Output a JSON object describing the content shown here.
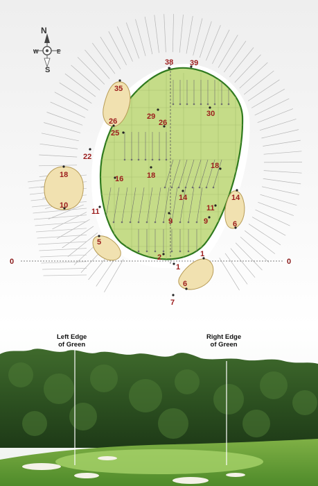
{
  "compass": {
    "north": "N",
    "south": "S",
    "east": "E",
    "west": "W"
  },
  "map": {
    "axis_left_label": "0",
    "axis_right_label": "0",
    "colors": {
      "green": "#c5dc88",
      "green_outline": "#2f7a1e",
      "bunker": "#f1e1b0",
      "bunker_outline": "#b79b55",
      "number": "#9b1b1b",
      "slope_arrows": "#6e6e6e",
      "hatch_lines": "#b5b5b5"
    },
    "bunkers": [
      {
        "id": "bunker-top-left",
        "labels": [
          "35",
          "26"
        ]
      },
      {
        "id": "bunker-left",
        "labels": [
          "18",
          "10"
        ]
      },
      {
        "id": "bunker-front-left",
        "labels": [
          "5"
        ]
      },
      {
        "id": "bunker-right",
        "labels": [
          "14",
          "6"
        ]
      },
      {
        "id": "bunker-front-right",
        "labels": [
          "1",
          "6"
        ]
      }
    ],
    "green_labels": [
      "38",
      "39",
      "29",
      "26",
      "30",
      "25",
      "22",
      "16",
      "18",
      "18",
      "14",
      "11",
      "9",
      "9",
      "11",
      "2",
      "1",
      "7"
    ]
  },
  "photo": {
    "left_edge_label_line1": "Left Edge",
    "left_edge_label_line2": "of Green",
    "right_edge_label_line1": "Right Edge",
    "right_edge_label_line2": "of Green"
  }
}
